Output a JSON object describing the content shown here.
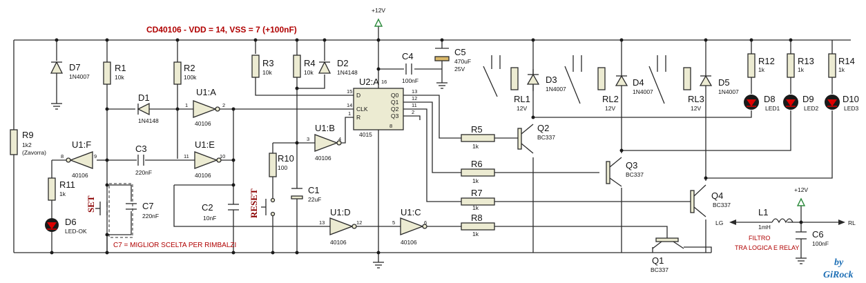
{
  "header": {
    "title": "CD40106 - VDD = 14, VSS = 7 (+100nF)"
  },
  "power": {
    "vcc_main": "+12V",
    "vcc_filter": "+12V"
  },
  "note": "C7 = MIGLIOR SCELTA PER RIMBALZI",
  "filter": {
    "line1": "FILTRO",
    "line2": "TRA LOGICA E RELAY",
    "lg": "LG",
    "rl": "RL"
  },
  "signature": {
    "line1": "by",
    "line2": "GiRock"
  },
  "buttons": {
    "set": "SET",
    "reset": "RESET"
  },
  "resistors": [
    {
      "ref": "R1",
      "val": "10k"
    },
    {
      "ref": "R2",
      "val": "100k"
    },
    {
      "ref": "R3",
      "val": "10k"
    },
    {
      "ref": "R4",
      "val": "10k"
    },
    {
      "ref": "R5",
      "val": "1k"
    },
    {
      "ref": "R6",
      "val": "1k"
    },
    {
      "ref": "R7",
      "val": "1k"
    },
    {
      "ref": "R8",
      "val": "1k"
    },
    {
      "ref": "R9",
      "val": "1k2",
      "extra": "(Zavorra)"
    },
    {
      "ref": "R10",
      "val": "100"
    },
    {
      "ref": "R11",
      "val": "1k"
    },
    {
      "ref": "R12",
      "val": "1k"
    },
    {
      "ref": "R13",
      "val": "1k"
    },
    {
      "ref": "R14",
      "val": "1k"
    }
  ],
  "capacitors": [
    {
      "ref": "C1",
      "val": "22uF"
    },
    {
      "ref": "C2",
      "val": "10nF"
    },
    {
      "ref": "C3",
      "val": "220nF"
    },
    {
      "ref": "C4",
      "val": "100nF"
    },
    {
      "ref": "C5",
      "val": "470uF",
      "extra": "25V"
    },
    {
      "ref": "C6",
      "val": "100nF"
    },
    {
      "ref": "C7",
      "val": "220nF"
    }
  ],
  "diodes": [
    {
      "ref": "D1",
      "val": "1N4148"
    },
    {
      "ref": "D2",
      "val": "1N4148"
    },
    {
      "ref": "D3",
      "val": "1N4007"
    },
    {
      "ref": "D4",
      "val": "1N4007"
    },
    {
      "ref": "D5",
      "val": "1N4007"
    },
    {
      "ref": "D7",
      "val": "1N4007"
    }
  ],
  "leds": [
    {
      "ref": "D6",
      "val": "LED-OK"
    },
    {
      "ref": "D8",
      "val": "LED1"
    },
    {
      "ref": "D9",
      "val": "LED2"
    },
    {
      "ref": "D10",
      "val": "LED3"
    }
  ],
  "transistors": [
    {
      "ref": "Q1",
      "val": "BC337"
    },
    {
      "ref": "Q2",
      "val": "BC337"
    },
    {
      "ref": "Q3",
      "val": "BC337"
    },
    {
      "ref": "Q4",
      "val": "BC337"
    }
  ],
  "relays": [
    {
      "ref": "RL1",
      "val": "12V"
    },
    {
      "ref": "RL2",
      "val": "12V"
    },
    {
      "ref": "RL3",
      "val": "12V"
    }
  ],
  "inductor": {
    "ref": "L1",
    "val": "1mH"
  },
  "gates": [
    {
      "ref": "U1:A",
      "part": "40106",
      "pin_in": "1",
      "pin_out": "2"
    },
    {
      "ref": "U1:B",
      "part": "40106",
      "pin_in": "3",
      "pin_out": "4"
    },
    {
      "ref": "U1:C",
      "part": "40106",
      "pin_in": "5",
      "pin_out": "6"
    },
    {
      "ref": "U1:D",
      "part": "40106",
      "pin_in": "13",
      "pin_out": "12"
    },
    {
      "ref": "U1:E",
      "part": "40106",
      "pin_in": "11",
      "pin_out": "10"
    },
    {
      "ref": "U1:F",
      "part": "40106",
      "pin_in": "9",
      "pin_out": "8"
    }
  ],
  "ic": {
    "ref": "U2:A",
    "part": "4015",
    "pin_vdd": "16",
    "pin_vss": "8",
    "inputs": [
      {
        "name": "D",
        "pin": "15"
      },
      {
        "name": "CLK",
        "pin": "14"
      },
      {
        "name": "R",
        "pin": "1"
      }
    ],
    "outputs": [
      {
        "name": "Q0",
        "pin": "13"
      },
      {
        "name": "Q1",
        "pin": "12"
      },
      {
        "name": "Q2",
        "pin": "11"
      },
      {
        "name": "Q3",
        "pin": "2"
      }
    ]
  }
}
